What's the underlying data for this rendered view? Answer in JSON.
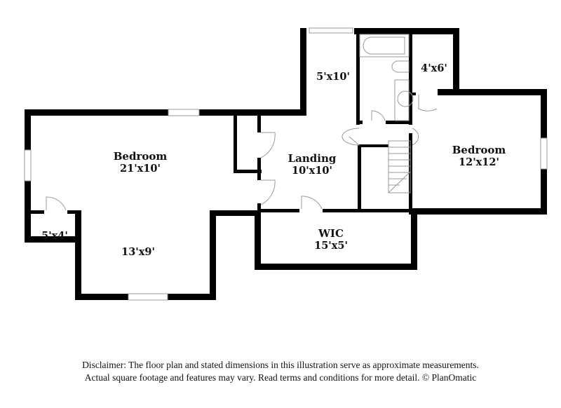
{
  "floor_plan": {
    "rooms": [
      {
        "id": "bedroom-1",
        "name": "Bedroom",
        "dimensions": "21'x10'"
      },
      {
        "id": "bedroom-1-alcove",
        "name": "",
        "dimensions": "13'x9'"
      },
      {
        "id": "closet-small",
        "name": "",
        "dimensions": "5'x4'"
      },
      {
        "id": "landing",
        "name": "Landing",
        "dimensions": "10'x10'"
      },
      {
        "id": "hall-north",
        "name": "",
        "dimensions": "5'x10'"
      },
      {
        "id": "closet-4x6",
        "name": "",
        "dimensions": "4'x6'"
      },
      {
        "id": "bedroom-2",
        "name": "Bedroom",
        "dimensions": "12'x12'"
      },
      {
        "id": "wic",
        "name": "WIC",
        "dimensions": "15'x5'"
      }
    ],
    "fixtures": [
      "bathtub-icon",
      "toilet-icon",
      "sink-icon",
      "stairs-icon"
    ],
    "colors": {
      "wall": "#000000",
      "fixture_line": "#9a9a9a",
      "background": "#ffffff"
    }
  },
  "disclaimer": {
    "line1": "Disclaimer: The floor plan and stated dimensions in this illustration serve as approximate measurements.",
    "line2": "Actual square footage and features may vary. Read terms and conditions for more detail. © PlanOmatic"
  }
}
